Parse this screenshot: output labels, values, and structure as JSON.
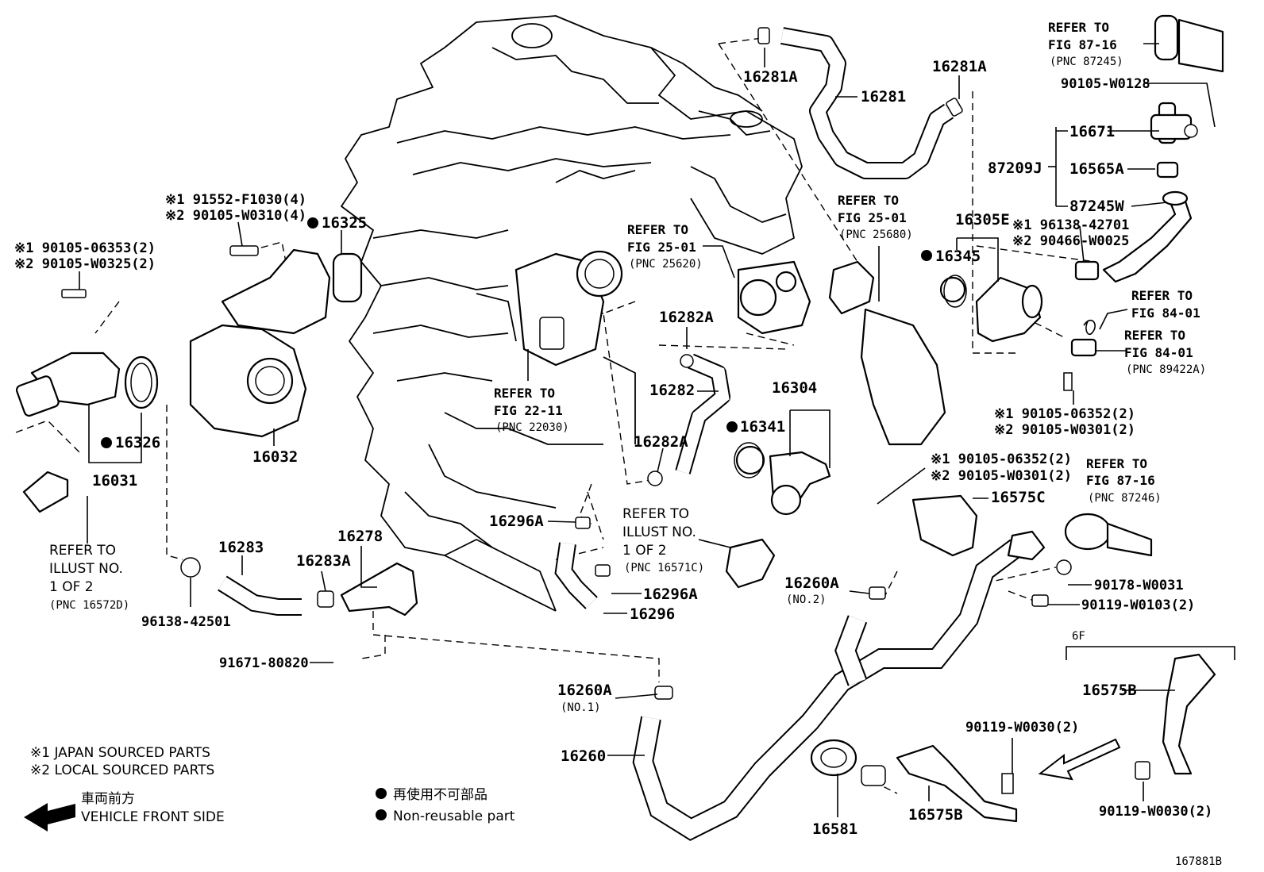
{
  "diagram": {
    "figure_code": "167881B",
    "notes": {
      "japan": "※1 JAPAN SOURCED PARTS",
      "local": "※2 LOCAL SOURCED PARTS",
      "direction_jp": "車両前方",
      "direction_en": "VEHICLE FRONT SIDE",
      "nonreuse_jp": "再使用不可部品",
      "nonreuse_en": "Non-reusable part"
    },
    "variant": "6F",
    "labels": {
      "p16281A_top": "16281A",
      "p16281": "16281",
      "p16281A_right": "16281A",
      "ref87_16_a_1": "REFER TO",
      "ref87_16_a_2": "FIG 87-16",
      "ref87_16_a_3": "(PNC 87245)",
      "b90105_W0128": "90105-W0128",
      "p16671": "16671",
      "p87209J": "87209J",
      "p16565A": "16565A",
      "p87245W": "87245W",
      "ref25_01b_1": "REFER TO",
      "ref25_01b_2": "FIG 25-01",
      "ref25_01b_3": "(PNC 25680)",
      "p16305E": "16305E",
      "c196138": "※1 96138-42701",
      "c290466": "※2 90466-W0025",
      "p16345": "16345",
      "ref84_01a_1": "REFER TO",
      "ref84_01a_2": "FIG 84-01",
      "ref84_01b_1": "REFER TO",
      "ref84_01b_2": "FIG 84-01",
      "ref84_01b_3": "(PNC 89422A)",
      "b1_06352_r": "※1 90105-06352(2)",
      "b2_W0301_r": "※2 90105-W0301(2)",
      "b1_91552": "※1 91552-F1030(4)",
      "b2_W0310": "※2 90105-W0310(4)",
      "p16325": "16325",
      "b1_06353": "※1 90105-06353(2)",
      "b2_W0325": "※2 90105-W0325(2)",
      "ref25_01a_1": "REFER TO",
      "ref25_01a_2": "FIG 25-01",
      "ref25_01a_3": "(PNC 25620)",
      "p16282A_top": "16282A",
      "p16282": "16282",
      "p16282A_bot": "16282A",
      "p16304": "16304",
      "p16341": "16341",
      "ref22_11_1": "REFER TO",
      "ref22_11_2": "FIG 22-11",
      "ref22_11_3": "(PNC 22030)",
      "p16326": "16326",
      "p16031": "16031",
      "p16032": "16032",
      "b1_06352_m": "※1 90105-06352(2)",
      "b2_W0301_m": "※2 90105-W0301(2)",
      "ref87_16_b_1": "REFER TO",
      "ref87_16_b_2": "FIG 87-16",
      "ref87_16_b_3": "(PNC 87246)",
      "p16575C": "16575C",
      "refIll_a_1": "REFER TO",
      "refIll_a_2": "ILLUST NO.",
      "refIll_a_3": "1 OF 2",
      "refIll_a_4": "(PNC 16572D)",
      "refIll_b_1": "REFER TO",
      "refIll_b_2": "ILLUST NO.",
      "refIll_b_3": "1 OF 2",
      "refIll_b_4": "(PNC 16571C)",
      "p16296A_top": "16296A",
      "p16278": "16278",
      "p16283": "16283",
      "p16283A": "16283A",
      "b96138_42501": "96138-42501",
      "p16296A_bot": "16296A",
      "p16296": "16296",
      "p16260A_no2": "16260A",
      "no2": "(NO.2)",
      "b90178_W0031": "90178-W0031",
      "b90119_W0103": "90119-W0103(2)",
      "b91671_80820": "91671-80820",
      "p16260A_no1": "16260A",
      "no1": "(NO.1)",
      "p16575B_r": "16575B",
      "b90119_W0030_a": "90119-W0030(2)",
      "p16260": "16260",
      "p16581": "16581",
      "p16575B_b": "16575B",
      "b90119_W0030_b": "90119-W0030(2)"
    }
  }
}
